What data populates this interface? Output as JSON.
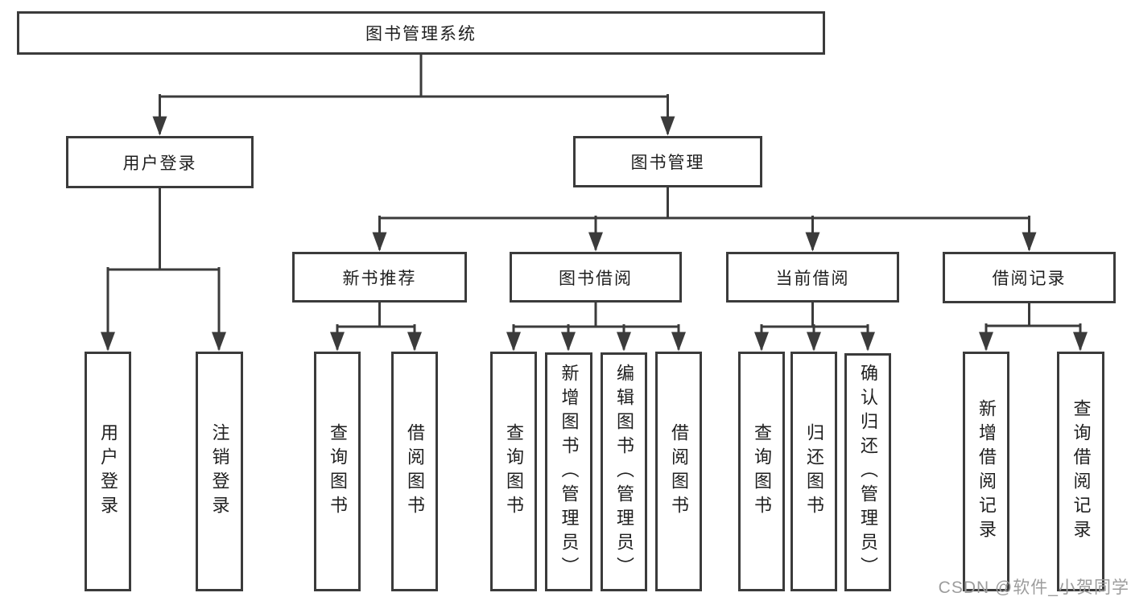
{
  "tree": {
    "label": "图书管理系统",
    "children": [
      {
        "label": "用户登录",
        "children": [
          {
            "label": "用户登录"
          },
          {
            "label": "注销登录"
          }
        ]
      },
      {
        "label": "图书管理",
        "children": [
          {
            "label": "新书推荐",
            "children": [
              {
                "label": "查询图书"
              },
              {
                "label": "借阅图书"
              }
            ]
          },
          {
            "label": "图书借阅",
            "children": [
              {
                "label": "查询图书"
              },
              {
                "label": "新增图书（管理员）"
              },
              {
                "label": "编辑图书（管理员）"
              },
              {
                "label": "借阅图书"
              }
            ]
          },
          {
            "label": "当前借阅",
            "children": [
              {
                "label": "查询图书"
              },
              {
                "label": "归还图书"
              },
              {
                "label": "确认归还（管理员）"
              }
            ]
          },
          {
            "label": "借阅记录",
            "children": [
              {
                "label": "新增借阅记录"
              },
              {
                "label": "查询借阅记录"
              }
            ]
          }
        ]
      }
    ]
  },
  "watermark": "CSDN @软件_小贺同学",
  "colors": {
    "line": "#3b3b3b",
    "text": "#1f1f1f",
    "watermark": "#9c9c9c",
    "background": "#ffffff"
  }
}
